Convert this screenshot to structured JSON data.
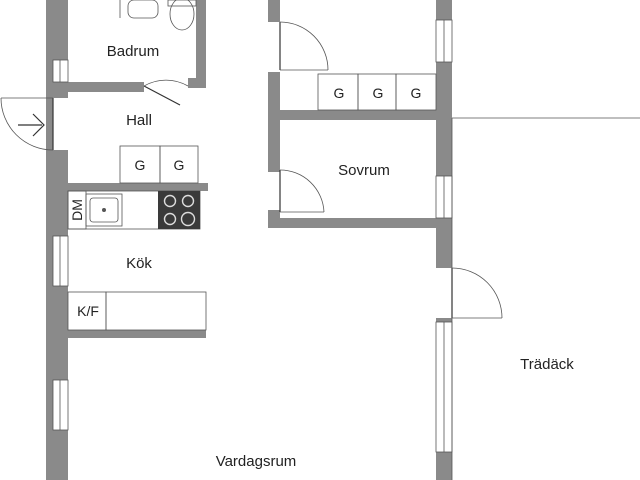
{
  "rooms": {
    "badrum": "Badrum",
    "hall": "Hall",
    "kok": "Kök",
    "sovrum": "Sovrum",
    "vardagsrum": "Vardagsrum",
    "tradack": "Trädäck"
  },
  "fixtures": {
    "wardrobe_label": "G",
    "dishwasher": "DM",
    "fridge_freezer": "K/F"
  }
}
